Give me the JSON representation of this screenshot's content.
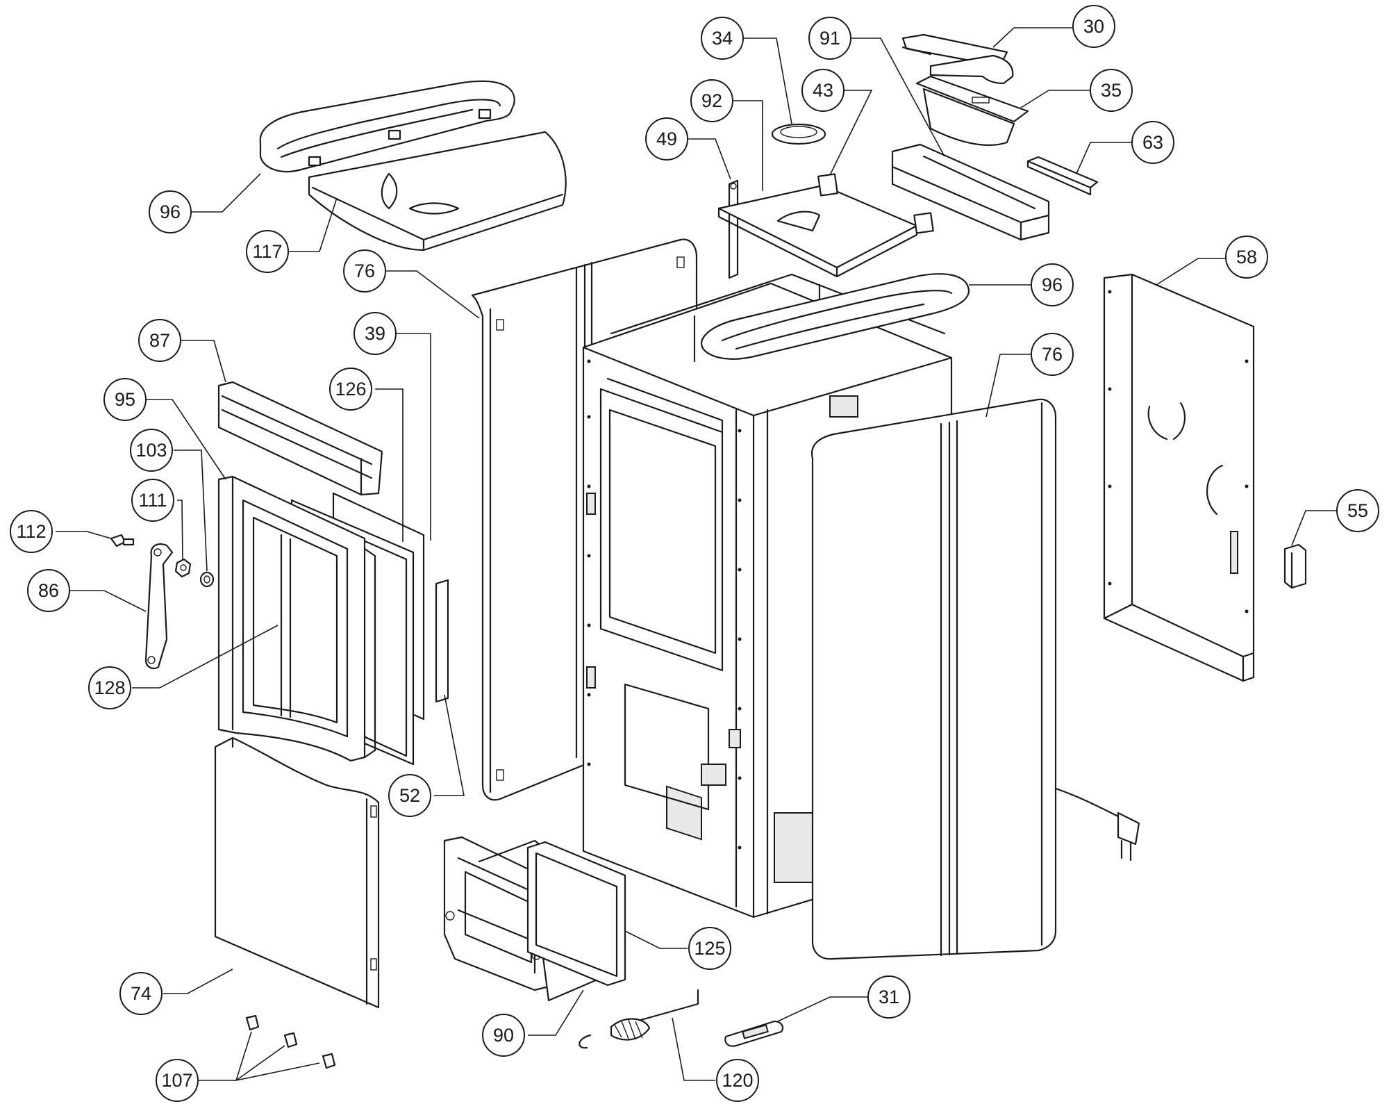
{
  "callouts": [
    {
      "id": "c30",
      "label": "30"
    },
    {
      "id": "c34",
      "label": "34"
    },
    {
      "id": "c91",
      "label": "91"
    },
    {
      "id": "c92",
      "label": "92"
    },
    {
      "id": "c43",
      "label": "43"
    },
    {
      "id": "c35",
      "label": "35"
    },
    {
      "id": "c49",
      "label": "49"
    },
    {
      "id": "c63",
      "label": "63"
    },
    {
      "id": "c96a",
      "label": "96"
    },
    {
      "id": "c117",
      "label": "117"
    },
    {
      "id": "c76a",
      "label": "76"
    },
    {
      "id": "c96b",
      "label": "96"
    },
    {
      "id": "c58",
      "label": "58"
    },
    {
      "id": "c87",
      "label": "87"
    },
    {
      "id": "c39",
      "label": "39"
    },
    {
      "id": "c76b",
      "label": "76"
    },
    {
      "id": "c126",
      "label": "126"
    },
    {
      "id": "c95",
      "label": "95"
    },
    {
      "id": "c103",
      "label": "103"
    },
    {
      "id": "c111",
      "label": "111"
    },
    {
      "id": "c112",
      "label": "112"
    },
    {
      "id": "c55",
      "label": "55"
    },
    {
      "id": "c86",
      "label": "86"
    },
    {
      "id": "c128",
      "label": "128"
    },
    {
      "id": "c52",
      "label": "52"
    },
    {
      "id": "c125",
      "label": "125"
    },
    {
      "id": "c74",
      "label": "74"
    },
    {
      "id": "c31",
      "label": "31"
    },
    {
      "id": "c90",
      "label": "90"
    },
    {
      "id": "c107",
      "label": "107"
    },
    {
      "id": "c120",
      "label": "120"
    }
  ]
}
